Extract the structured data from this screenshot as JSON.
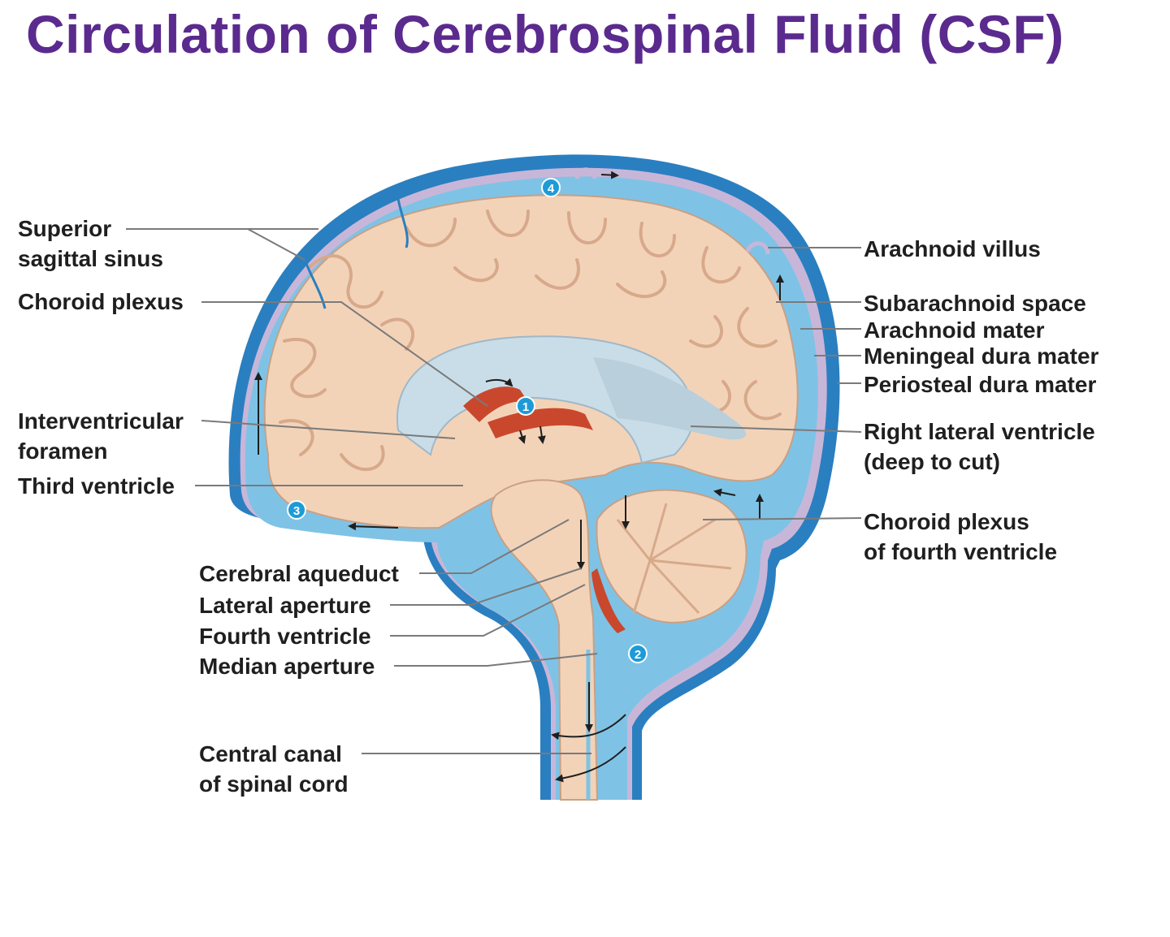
{
  "title": "Circulation of Cerebrospinal Fluid (CSF)",
  "labels": {
    "superior_sagittal_sinus": [
      "Superior",
      "sagittal sinus"
    ],
    "choroid_plexus": "Choroid plexus",
    "interventricular_foramen": [
      "Interventricular",
      "foramen"
    ],
    "third_ventricle": "Third ventricle",
    "cerebral_aqueduct": "Cerebral aqueduct",
    "lateral_aperture": "Lateral aperture",
    "fourth_ventricle": "Fourth ventricle",
    "median_aperture": "Median aperture",
    "central_canal": [
      "Central canal",
      "of spinal cord"
    ],
    "arachnoid_villus": "Arachnoid villus",
    "subarachnoid_space": "Subarachnoid space",
    "arachnoid_mater": "Arachnoid mater",
    "meningeal_dura_mater": "Meningeal dura mater",
    "periosteal_dura_mater": "Periosteal dura mater",
    "right_lateral_ventricle": [
      "Right lateral ventricle",
      "(deep to cut)"
    ],
    "choroid_plexus_fourth": [
      "Choroid plexus",
      "of fourth ventricle"
    ]
  },
  "steps": [
    "1",
    "2",
    "3",
    "4"
  ],
  "colors": {
    "title": "#5b2a8e",
    "csf": "#7ec3e6",
    "dura": "#2a7fc0",
    "brain": "#f3d3b8",
    "ventricle": "#c9dde8",
    "choroid": "#c9482d",
    "leader": "#7a7a7a"
  }
}
